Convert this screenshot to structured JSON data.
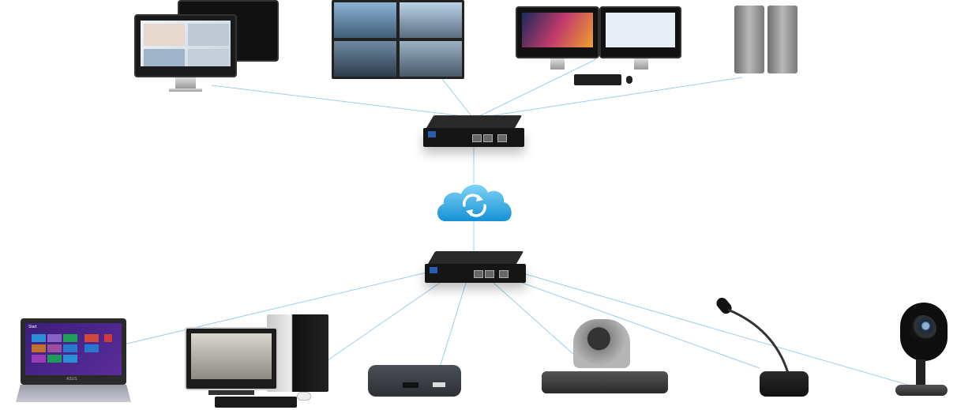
{
  "diagram": {
    "title": "",
    "colors": {
      "link": "#9fcde6",
      "cloud": "#2fa6e0",
      "codec": "#151515"
    },
    "nodes": {
      "top_codec": {
        "role": "codec",
        "icon": "codec-box-icon"
      },
      "bottom_codec": {
        "role": "codec",
        "icon": "codec-box-icon"
      },
      "cloud": {
        "role": "network",
        "icon": "cloud-sync-icon"
      },
      "top_devices": [
        "video-conference-monitors",
        "video-wall",
        "dual-monitor-workstation",
        "speakers"
      ],
      "bottom_devices": [
        "laptop",
        "desktop-pc",
        "media-box",
        "ptz-camera",
        "gooseneck-microphone",
        "security-camera"
      ]
    },
    "laptop": {
      "screen_label": "Start",
      "brand": "ASUS"
    }
  }
}
